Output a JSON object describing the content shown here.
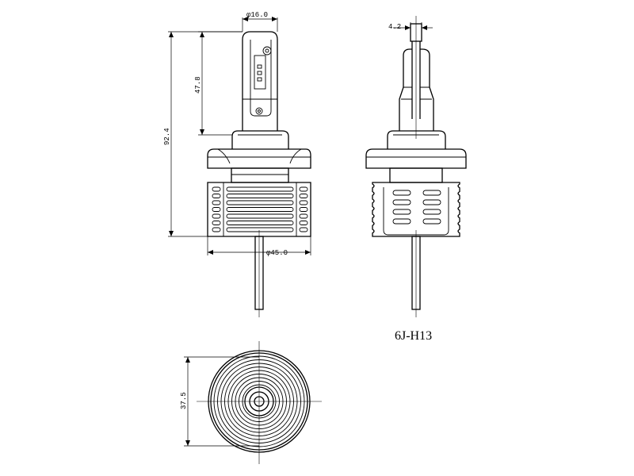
{
  "model_label": "6J-H13",
  "dimensions": {
    "top_width": "φ16.0",
    "chip_height": "47.8",
    "overall_height": "92.4",
    "base_diameter": "φ45.0",
    "side_thickness": "4.2",
    "bottom_diameter": "37.5"
  },
  "colors": {
    "line": "#000000",
    "background": "#ffffff"
  }
}
